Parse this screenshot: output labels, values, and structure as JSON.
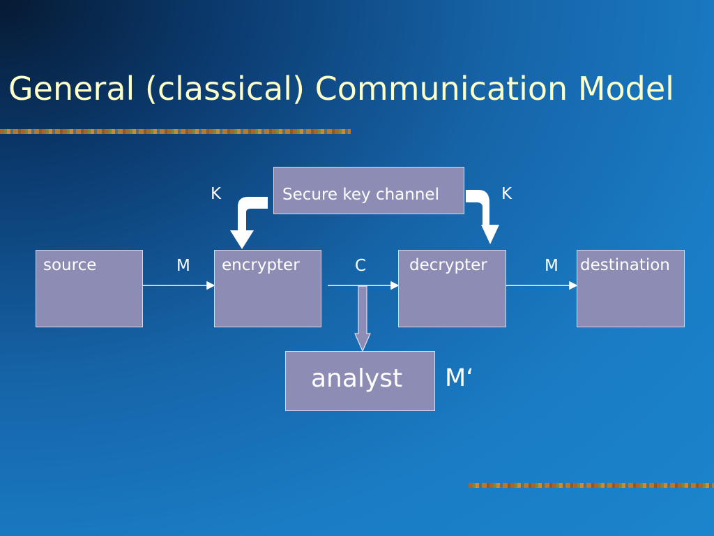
{
  "slide": {
    "title": "General (classical) Communication Model"
  },
  "diagram": {
    "key_channel": "Secure key channel",
    "nodes": {
      "source": "source",
      "encrypter": "encrypter",
      "decrypter": "decrypter",
      "destination": "destination",
      "analyst": "analyst"
    },
    "edge_labels": {
      "key_left": "K",
      "key_right": "K",
      "message_in": "M",
      "ciphertext": "C",
      "message_out": "M",
      "analyst_output": "M‘"
    }
  }
}
